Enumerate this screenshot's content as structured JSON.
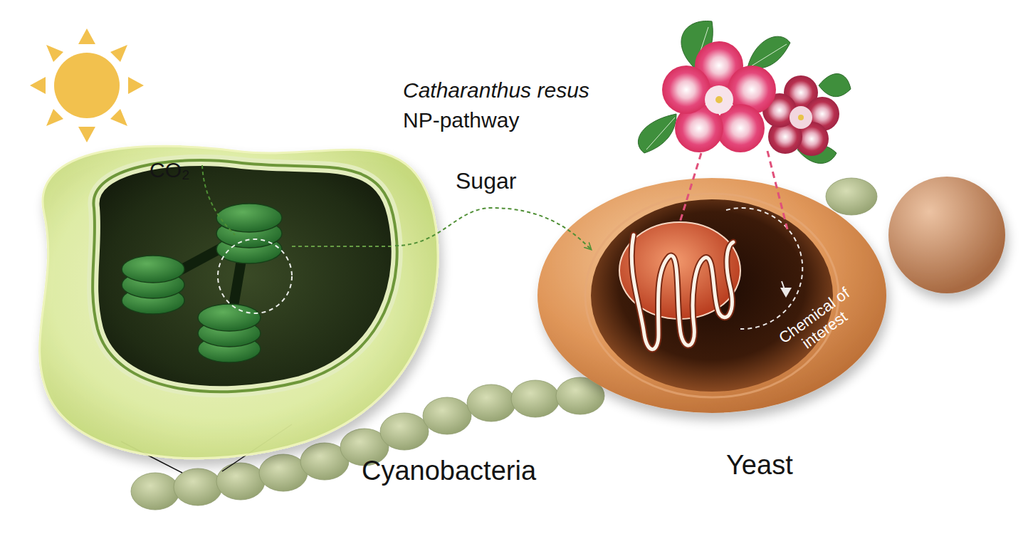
{
  "diagram": {
    "nodes": [
      {
        "text": [
          "Cyanobacteria"
        ]
      },
      {
        "text": [
          "Yeast"
        ]
      }
    ],
    "edges": [
      {
        "from": 0,
        "to": 1,
        "arrow": "to",
        "label": "Sugar"
      }
    ],
    "labels": [
      "Catharanthus resus",
      "NP-pathway",
      "CO₂",
      "Chemical of interest"
    ]
  }
}
